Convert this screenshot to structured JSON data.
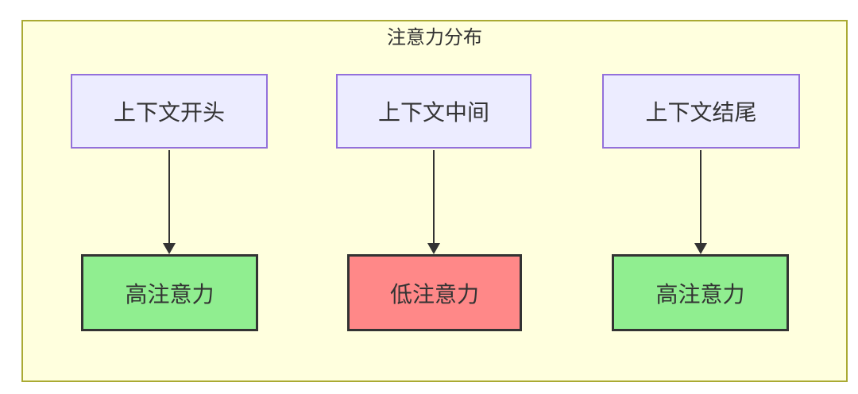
{
  "diagram": {
    "type": "flowchart",
    "title": "注意力分布",
    "columns": [
      {
        "source": "上下文开头",
        "target": "高注意力",
        "level": "high"
      },
      {
        "source": "上下文中间",
        "target": "低注意力",
        "level": "low"
      },
      {
        "source": "上下文结尾",
        "target": "高注意力",
        "level": "high"
      }
    ],
    "colors": {
      "group_fill": "#ffffde",
      "group_border": "#aaaa33",
      "source_fill": "#ececff",
      "source_border": "#9370db",
      "high_attention_fill": "#90ee90",
      "low_attention_fill": "#ff8888",
      "result_border": "#333333",
      "arrow": "#333333",
      "text": "#333333"
    }
  }
}
